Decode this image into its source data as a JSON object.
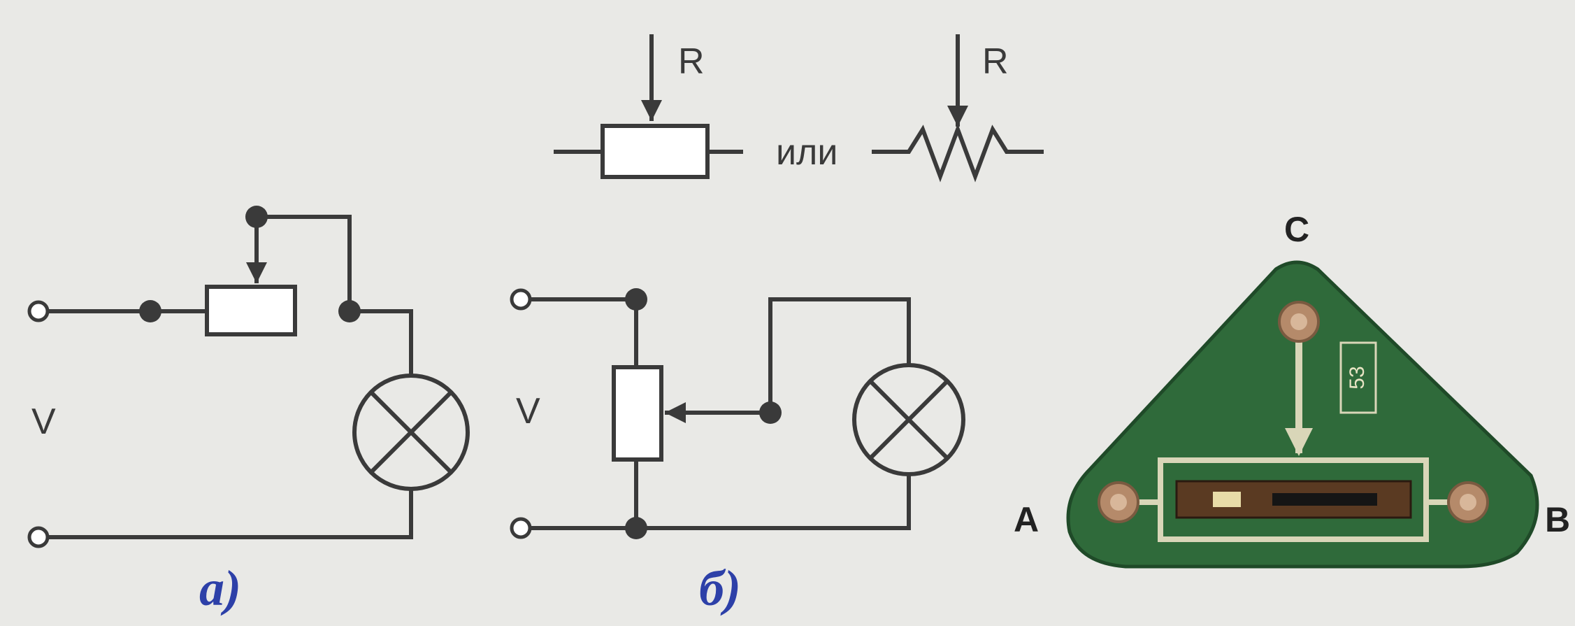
{
  "symbols": {
    "resistor_label": "R",
    "separator_text": "или",
    "rheostat_label": "R"
  },
  "circuit_a": {
    "voltage_label": "V",
    "caption": "а)"
  },
  "circuit_b": {
    "voltage_label": "V",
    "caption": "б)"
  },
  "board": {
    "terminal_top": "C",
    "terminal_left": "A",
    "terminal_right": "B",
    "part_number": "53",
    "colors": {
      "board": "#2f6a3a",
      "silkscreen": "#d9d6b8",
      "contact": "#b58a6a"
    }
  }
}
